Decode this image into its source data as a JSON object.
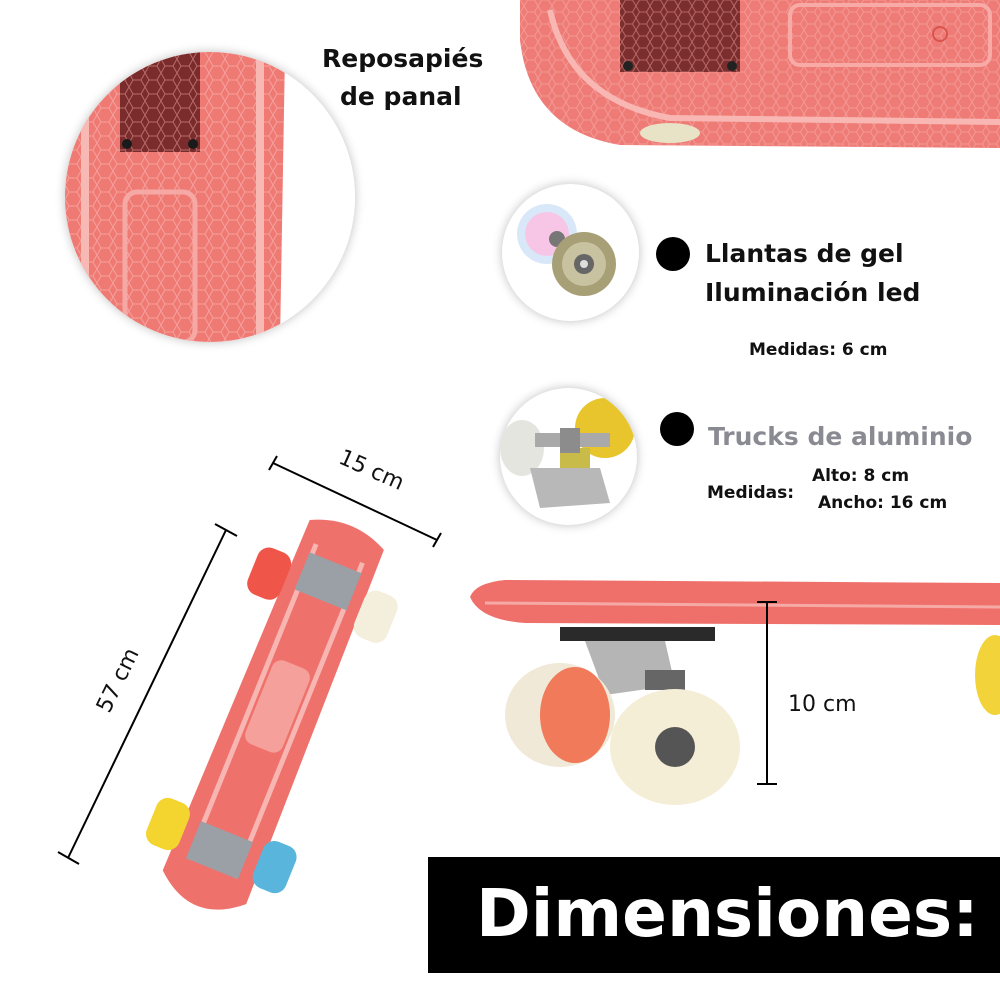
{
  "footrest": {
    "label_line1": "Reposapiés",
    "label_line2": "de panal"
  },
  "wheels": {
    "line1": "Llantas de gel",
    "line2": "Iluminación led",
    "measure": "Medidas: 6 cm"
  },
  "trucks": {
    "title": "Trucks de aluminio",
    "measure_label": "Medidas:",
    "height": "Alto: 8 cm",
    "width": "Ancho: 16 cm"
  },
  "dimensions": {
    "width": "15 cm",
    "length": "57 cm",
    "height": "10 cm"
  },
  "banner": {
    "title": "Dimensiones:"
  },
  "colors": {
    "deck": "#ef6f6a",
    "deck_dark": "#e0524f",
    "banner_bg": "#000000",
    "banner_text": "#ffffff",
    "gray_text": "#8a8a92"
  }
}
